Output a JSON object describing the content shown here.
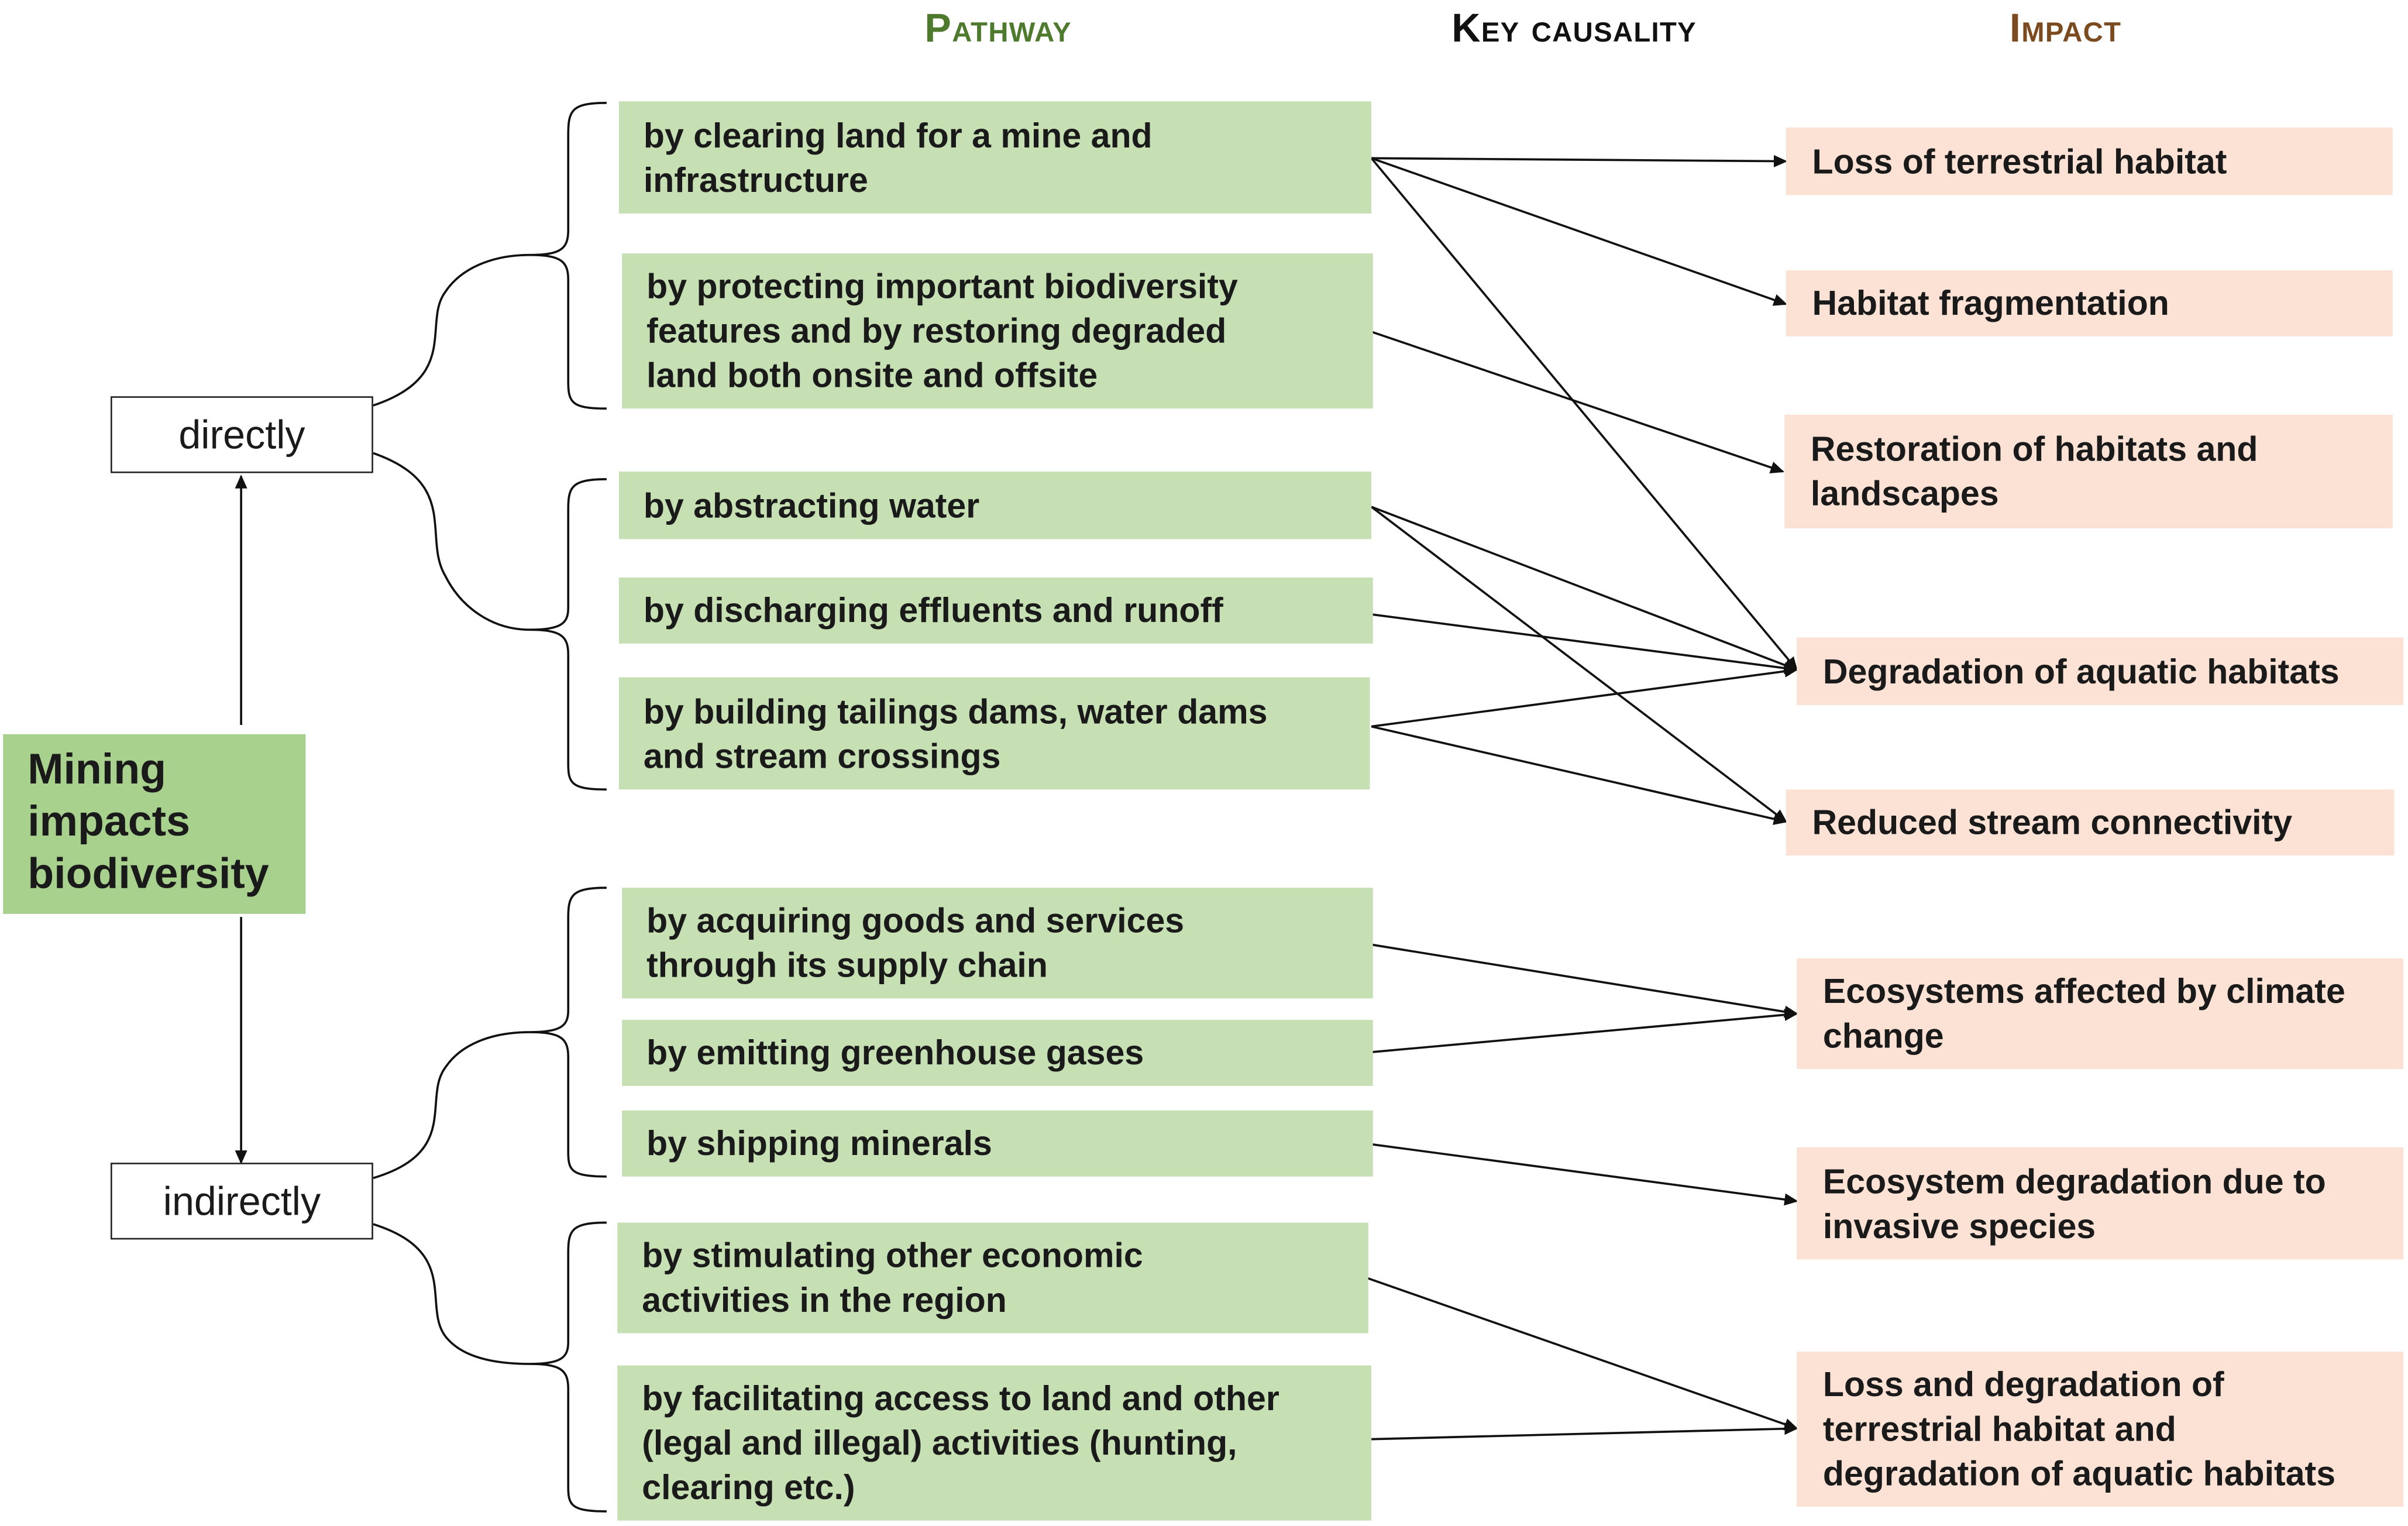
{
  "headers": {
    "pathway": "Pathway",
    "causality": "Key causality",
    "impact": "Impact"
  },
  "root": "Mining\nimpacts\nbiodiversity",
  "modes": {
    "directly": "directly",
    "indirectly": "indirectly"
  },
  "pathways": [
    "by clearing land for a mine and\ninfrastructure",
    "by protecting important biodiversity\nfeatures and by restoring degraded\nland both onsite and offsite",
    "by abstracting water",
    "by discharging effluents and runoff",
    "by building tailings dams, water dams\nand stream crossings",
    "by acquiring goods and services\nthrough its supply chain",
    "by emitting greenhouse gases",
    "by shipping minerals",
    "by stimulating other economic\nactivities in the region",
    "by facilitating access to land and other\n(legal and illegal) activities (hunting,\nclearing etc.)"
  ],
  "impacts": [
    "Loss of terrestrial habitat",
    "Habitat fragmentation",
    "Restoration of habitats and\nlandscapes",
    "Degradation of aquatic habitats",
    "Reduced stream connectivity",
    "Ecosystems affected by climate\nchange",
    "Ecosystem degradation due to\ninvasive species",
    "Loss and degradation of\nterrestrial habitat and\ndegradation of aquatic habitats"
  ],
  "links": [
    [
      0,
      0
    ],
    [
      0,
      1
    ],
    [
      0,
      3
    ],
    [
      1,
      2
    ],
    [
      2,
      3
    ],
    [
      2,
      4
    ],
    [
      3,
      3
    ],
    [
      4,
      3
    ],
    [
      4,
      4
    ],
    [
      5,
      5
    ],
    [
      6,
      5
    ],
    [
      7,
      6
    ],
    [
      8,
      7
    ],
    [
      9,
      7
    ]
  ],
  "colors": {
    "pathway_header": "#4e7a2e",
    "causality_header": "#111111",
    "impact_header": "#7b4a1e",
    "root_fill": "#a9d18e",
    "pathway_fill": "#c6e0b4",
    "impact_fill": "#fbe2d5"
  }
}
